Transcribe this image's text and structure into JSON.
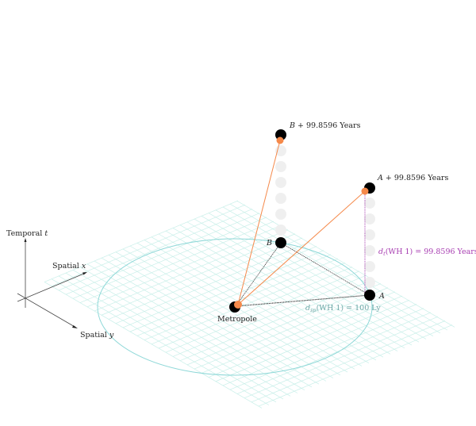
{
  "axes": {
    "temporal_label": "Temporal",
    "temporal_var": "t",
    "spatial_x_label": "Spatial",
    "spatial_x_var": "x",
    "spatial_y_label": "Spatial",
    "spatial_y_var": "y"
  },
  "points": {
    "metropole": "Metropole",
    "a": "A",
    "b": "B",
    "a_future_var": "A",
    "a_future_text": "+ 99.8596 Years",
    "b_future_var": "B",
    "b_future_text": "+ 99.8596 Years"
  },
  "annotations": {
    "temporal_distance_var": "d",
    "temporal_distance_sub": "t",
    "temporal_distance_text": "(WH 1) = 99.8596 Years",
    "spatial_distance_var": "d",
    "spatial_distance_sub": "sp",
    "spatial_distance_text": "(WH 1) = 100 Ly"
  },
  "colors": {
    "grid": "#c9efe9",
    "circle": "#8fd8d8",
    "orange": "#f5894a",
    "purple": "#a63ab0",
    "ghost": "#efefef"
  }
}
